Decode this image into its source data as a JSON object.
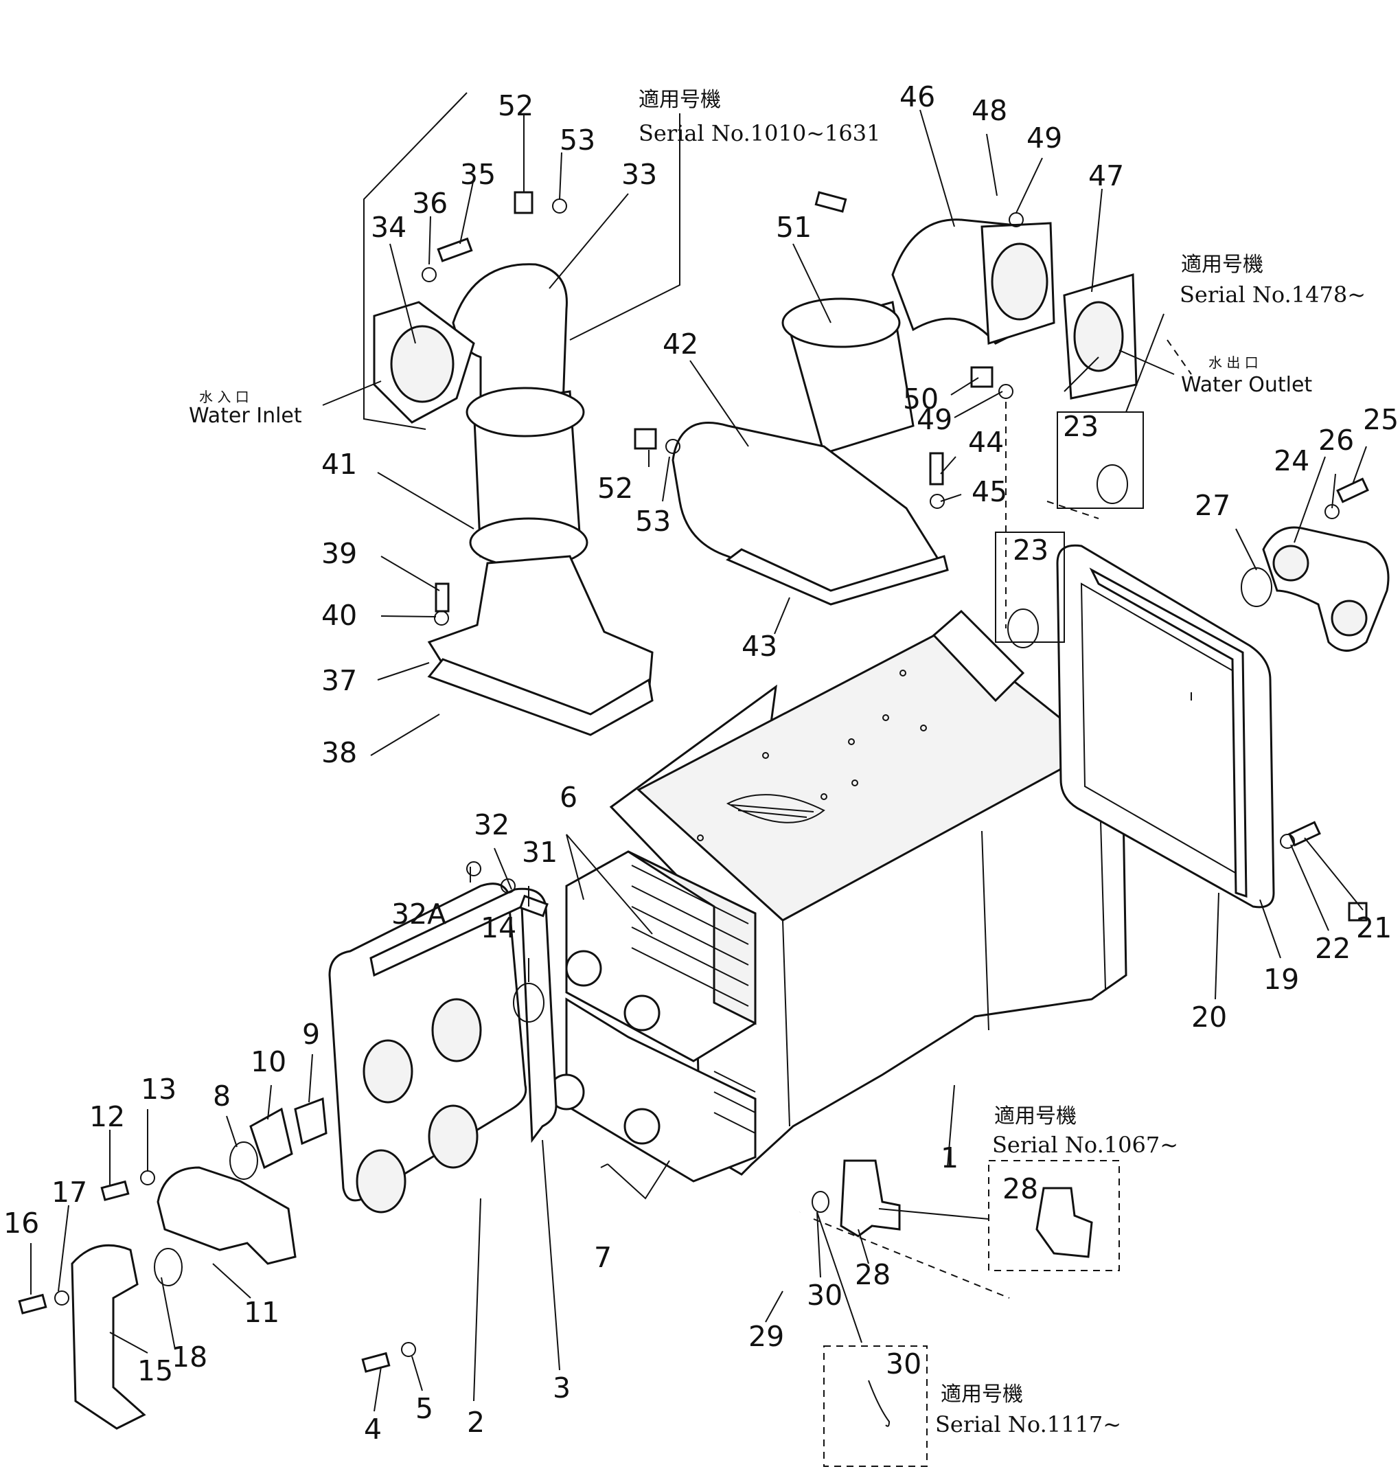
{
  "notes": {
    "serial_note_label": "適用号機",
    "serial_top": "Serial No.1010~1631",
    "serial_right": "Serial No.1478~",
    "serial_bottom_right": "Serial No.1067~",
    "serial_bottom": "Serial No.1117~"
  },
  "captions": {
    "water_inlet_jp": "水 入 口",
    "water_inlet": "Water Inlet",
    "water_outlet_jp": "水 出 口",
    "water_outlet": "Water Outlet"
  },
  "callouts": [
    {
      "id": "c52a",
      "text": "52"
    },
    {
      "id": "c53a",
      "text": "53"
    },
    {
      "id": "c33",
      "text": "33"
    },
    {
      "id": "c35",
      "text": "35"
    },
    {
      "id": "c36",
      "text": "36"
    },
    {
      "id": "c34",
      "text": "34"
    },
    {
      "id": "c46",
      "text": "46"
    },
    {
      "id": "c48",
      "text": "48"
    },
    {
      "id": "c49a",
      "text": "49"
    },
    {
      "id": "c47",
      "text": "47"
    },
    {
      "id": "c51",
      "text": "51"
    },
    {
      "id": "c42",
      "text": "42"
    },
    {
      "id": "c50",
      "text": "50"
    },
    {
      "id": "c49b",
      "text": "49"
    },
    {
      "id": "c44",
      "text": "44"
    },
    {
      "id": "c45",
      "text": "45"
    },
    {
      "id": "c52b",
      "text": "52"
    },
    {
      "id": "c53b",
      "text": "53"
    },
    {
      "id": "c41",
      "text": "41"
    },
    {
      "id": "c39",
      "text": "39"
    },
    {
      "id": "c40",
      "text": "40"
    },
    {
      "id": "c37",
      "text": "37"
    },
    {
      "id": "c38",
      "text": "38"
    },
    {
      "id": "c43",
      "text": "43"
    },
    {
      "id": "c23a",
      "text": "23"
    },
    {
      "id": "c23b",
      "text": "23"
    },
    {
      "id": "c25",
      "text": "25"
    },
    {
      "id": "c26",
      "text": "26"
    },
    {
      "id": "c24",
      "text": "24"
    },
    {
      "id": "c27",
      "text": "27"
    },
    {
      "id": "c6",
      "text": "6"
    },
    {
      "id": "c32",
      "text": "32"
    },
    {
      "id": "c31",
      "text": "31"
    },
    {
      "id": "c32A",
      "text": "32A"
    },
    {
      "id": "c14",
      "text": "14"
    },
    {
      "id": "c21",
      "text": "21"
    },
    {
      "id": "c22",
      "text": "22"
    },
    {
      "id": "c19",
      "text": "19"
    },
    {
      "id": "c20",
      "text": "20"
    },
    {
      "id": "c10",
      "text": "10"
    },
    {
      "id": "c9",
      "text": "9"
    },
    {
      "id": "c13",
      "text": "13"
    },
    {
      "id": "c8",
      "text": "8"
    },
    {
      "id": "c12",
      "text": "12"
    },
    {
      "id": "c17",
      "text": "17"
    },
    {
      "id": "c16",
      "text": "16"
    },
    {
      "id": "c11",
      "text": "11"
    },
    {
      "id": "c15",
      "text": "15"
    },
    {
      "id": "c18",
      "text": "18"
    },
    {
      "id": "c4",
      "text": "4"
    },
    {
      "id": "c5",
      "text": "5"
    },
    {
      "id": "c2",
      "text": "2"
    },
    {
      "id": "c3",
      "text": "3"
    },
    {
      "id": "c7",
      "text": "7"
    },
    {
      "id": "c1",
      "text": "1"
    },
    {
      "id": "c28a",
      "text": "28"
    },
    {
      "id": "c28b",
      "text": "28"
    },
    {
      "id": "c29",
      "text": "29"
    },
    {
      "id": "c30a",
      "text": "30"
    },
    {
      "id": "c30b",
      "text": "30"
    }
  ]
}
